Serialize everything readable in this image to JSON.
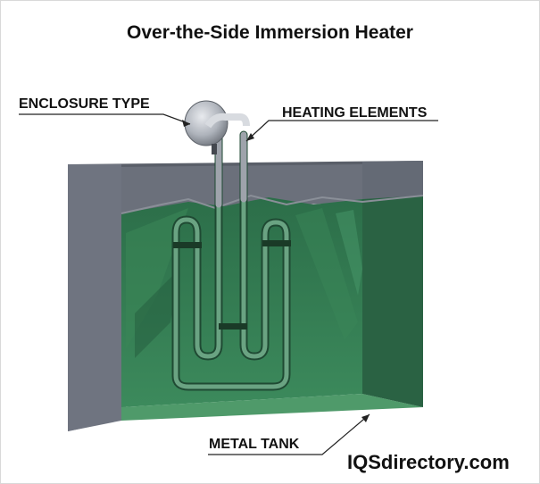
{
  "title": "Over-the-Side Immersion Heater",
  "labels": {
    "enclosure": "ENCLOSURE TYPE",
    "heating": "HEATING ELEMENTS",
    "tank": "METAL TANK"
  },
  "brand": "IQSdirectory.com",
  "colors": {
    "tank_gray": "#6e7380",
    "tank_face": "#7b808c",
    "liquid_green": "#2f7a4f",
    "liquid_dark": "#1e5a3a",
    "element_green": "#6a9f80",
    "enclosure_silver": "#b8bcc4"
  }
}
